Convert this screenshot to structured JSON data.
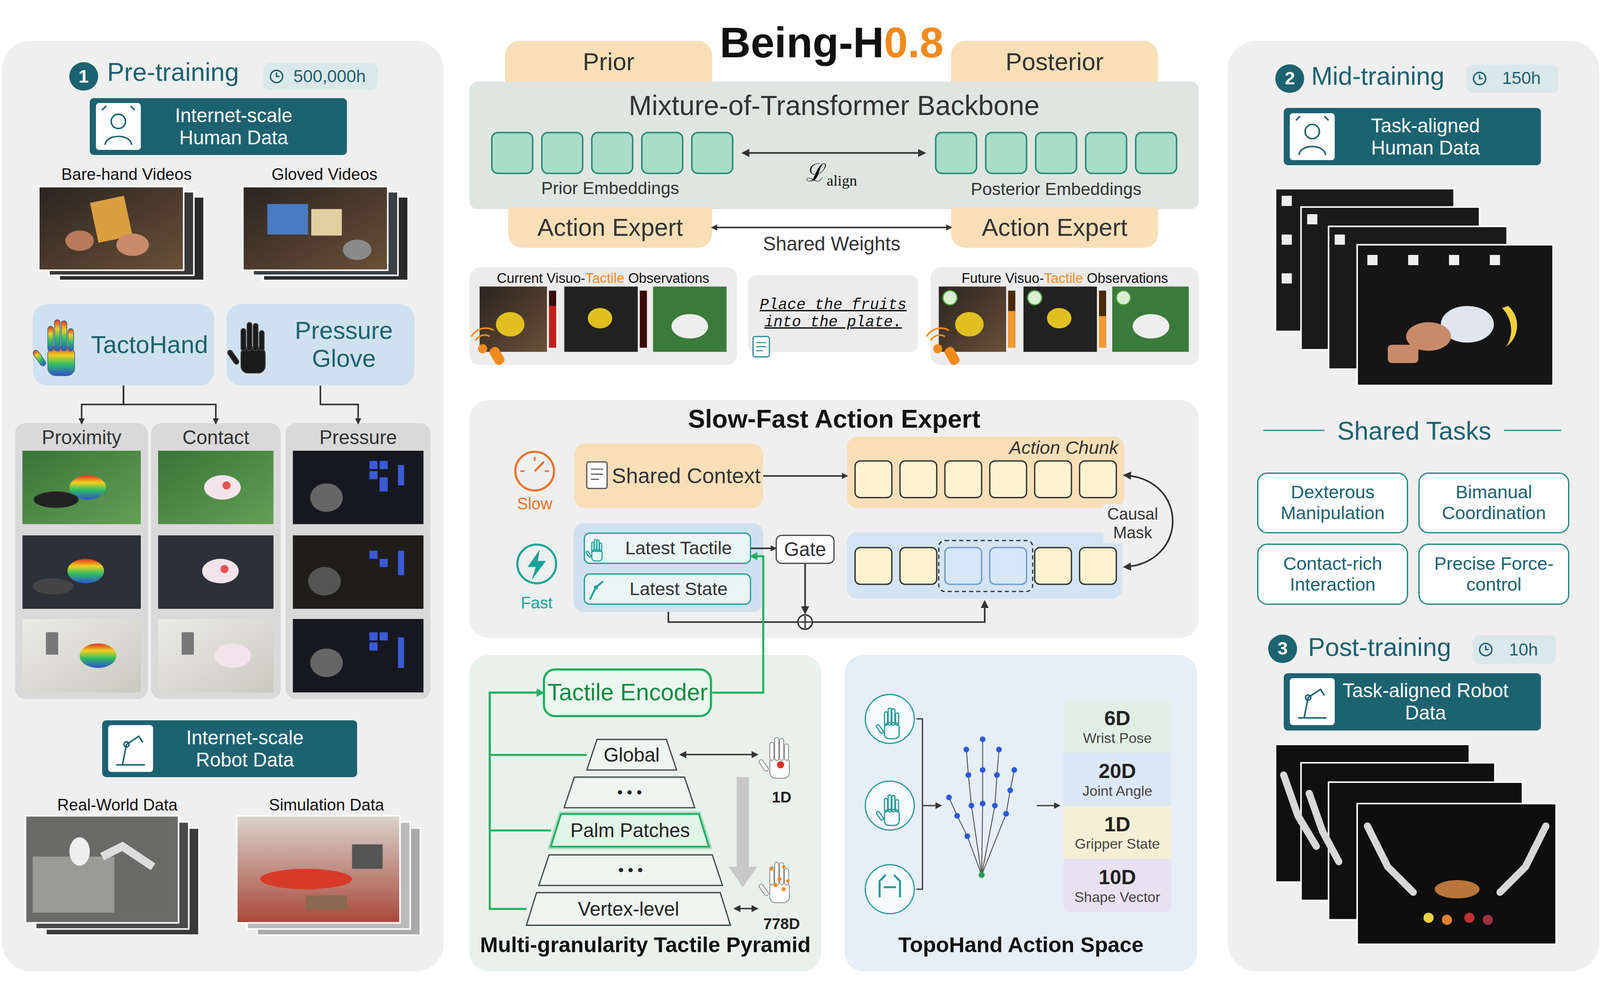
{
  "diagram": {
    "title": "Being-H0.8",
    "nodes": [
      {
        "text": [
          "Pre-training"
        ]
      },
      {
        "text": [
          "1"
        ],
        "in": 0
      },
      {
        "text": [
          "500,000h"
        ],
        "in": 0
      },
      {
        "text": [
          "Internet-scale Human Data"
        ],
        "in": 0
      },
      {
        "text": [
          "TactoHand"
        ],
        "in": 0
      },
      {
        "text": [
          "Pressure Glove"
        ],
        "in": 0
      },
      {
        "text": [
          "Proximity"
        ],
        "in": 0
      },
      {
        "text": [
          "Contact"
        ],
        "in": 0
      },
      {
        "text": [
          "Pressure"
        ],
        "in": 0
      },
      {
        "text": [
          "Internet-scale Robot Data"
        ],
        "in": 0
      },
      {
        "text": [
          "Prior"
        ]
      },
      {
        "text": [
          "Posterior"
        ]
      },
      {
        "text": [
          "Mixture-of-Transformer Backbone"
        ]
      },
      {
        "text": [
          "Action Expert"
        ]
      },
      {
        "text": [
          "Action Expert"
        ]
      },
      {
        "text": [
          "Current Visuo-Tactile Observations"
        ]
      },
      {
        "text": [
          "Place the fruits into the plate."
        ]
      },
      {
        "text": [
          "Future Visuo-Tactile Observations"
        ]
      },
      {
        "text": [
          "Slow-Fast Action Expert"
        ]
      },
      {
        "text": [
          "Shared Context"
        ],
        "in": 18
      },
      {
        "text": [
          "Action Chunk"
        ],
        "in": 18
      },
      {
        "text": [
          "Latest Tactile"
        ],
        "in": 18
      },
      {
        "text": [
          "Latest State"
        ],
        "in": 18
      },
      {
        "text": [
          "Gate"
        ],
        "in": 18
      },
      {
        "text": [
          "Multi-granularity Tactile Pyramid"
        ]
      },
      {
        "text": [
          "Tactile Encoder"
        ],
        "in": 24
      },
      {
        "text": [
          "Global"
        ],
        "in": 24
      },
      {
        "text": [
          "• • •"
        ],
        "in": 24
      },
      {
        "text": [
          "Palm Patches"
        ],
        "in": 24
      },
      {
        "text": [
          "• • •"
        ],
        "in": 24
      },
      {
        "text": [
          "Vertex-level"
        ],
        "in": 24
      },
      {
        "text": [
          "TopoHand Action Space"
        ]
      },
      {
        "text": [
          "6D",
          "Wrist Pose"
        ],
        "in": 31
      },
      {
        "text": [
          "20D",
          "Joint Angle"
        ],
        "in": 31
      },
      {
        "text": [
          "1D",
          "Gripper State"
        ],
        "in": 31
      },
      {
        "text": [
          "10D",
          "Shape Vector"
        ],
        "in": 31
      },
      {
        "text": [
          "Mid-training"
        ]
      },
      {
        "text": [
          "2"
        ],
        "in": 36
      },
      {
        "text": [
          "150h"
        ],
        "in": 36
      },
      {
        "text": [
          "Task-aligned Human Data"
        ],
        "in": 36
      },
      {
        "text": [
          "Dexterous Manipulation"
        ],
        "in": 36
      },
      {
        "text": [
          "Bimanual Coordination"
        ],
        "in": 36
      },
      {
        "text": [
          "Contact-rich Interaction"
        ],
        "in": 36
      },
      {
        "text": [
          "Precise Force-control"
        ],
        "in": 36
      },
      {
        "text": [
          "3"
        ],
        "in": 36
      },
      {
        "text": [
          "10h"
        ],
        "in": 36
      },
      {
        "text": [
          "Task-aligned Robot Data"
        ],
        "in": 36
      }
    ],
    "edges": [
      {
        "from": 4,
        "to": 6,
        "arrow": "to"
      },
      {
        "from": 4,
        "to": 7,
        "arrow": "to"
      },
      {
        "from": 5,
        "to": 8,
        "arrow": "to"
      },
      {
        "from": 13,
        "to": 14,
        "arrow": "both",
        "label": "Shared Weights"
      },
      {
        "from": 19,
        "to": 20,
        "arrow": "to"
      },
      {
        "from": 21,
        "to": 23,
        "arrow": "to"
      },
      {
        "from": 25,
        "to": 21,
        "arrow": "to"
      },
      {
        "from": 26,
        "to": 25,
        "arrow": "to"
      },
      {
        "from": 28,
        "to": 25,
        "arrow": "to"
      },
      {
        "from": 30,
        "to": 25,
        "arrow": "to"
      }
    ],
    "labels": [
      "Bare-hand Videos",
      "Gloved Videos",
      "Real-World Data",
      "Simulation Data",
      "Prior Embeddings",
      "ℒalign",
      "Posterior Embeddings",
      "Slow",
      "Fast",
      "Causal Mask",
      "1D",
      "778D",
      "Shared Tasks",
      "Post-training"
    ]
  }
}
